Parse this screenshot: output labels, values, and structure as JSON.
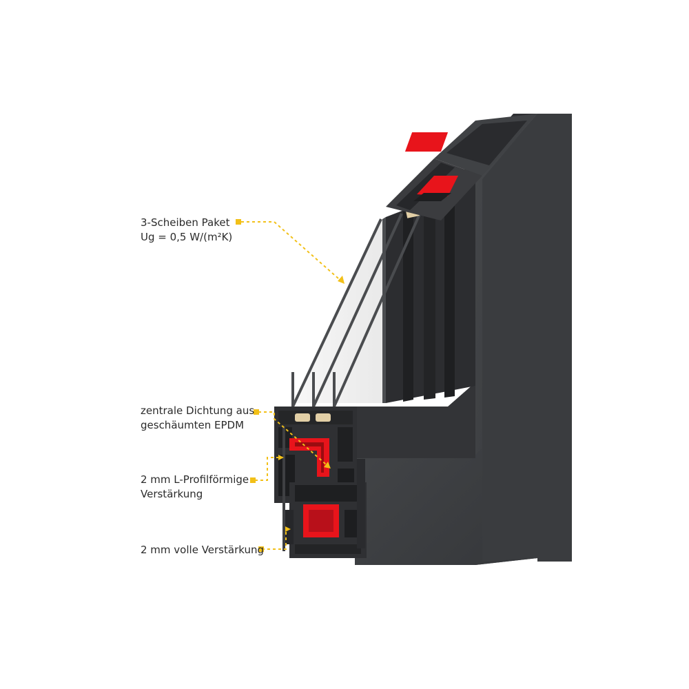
{
  "labels": {
    "glazing": {
      "line1": "3-Scheiben Paket",
      "line2": "Ug = 0,5 W/(m²K)"
    },
    "seal": {
      "line1": "zentrale Dichtung aus",
      "line2": "geschäumten EPDM"
    },
    "l_profile": {
      "line1": "2 mm L-Profilförmige",
      "line2": "Verstärkung"
    },
    "full_reinforcement": {
      "line1": "2 mm volle Verstärkung"
    }
  },
  "colors": {
    "frame_face": "#3d3e40",
    "frame_top": "#55575a",
    "frame_side": "#2e2f31",
    "reinforcement": "#e8141b",
    "leader": "#f2c018",
    "glass_edge": "#4a4c4f",
    "spacer": "#e2cfa6"
  }
}
